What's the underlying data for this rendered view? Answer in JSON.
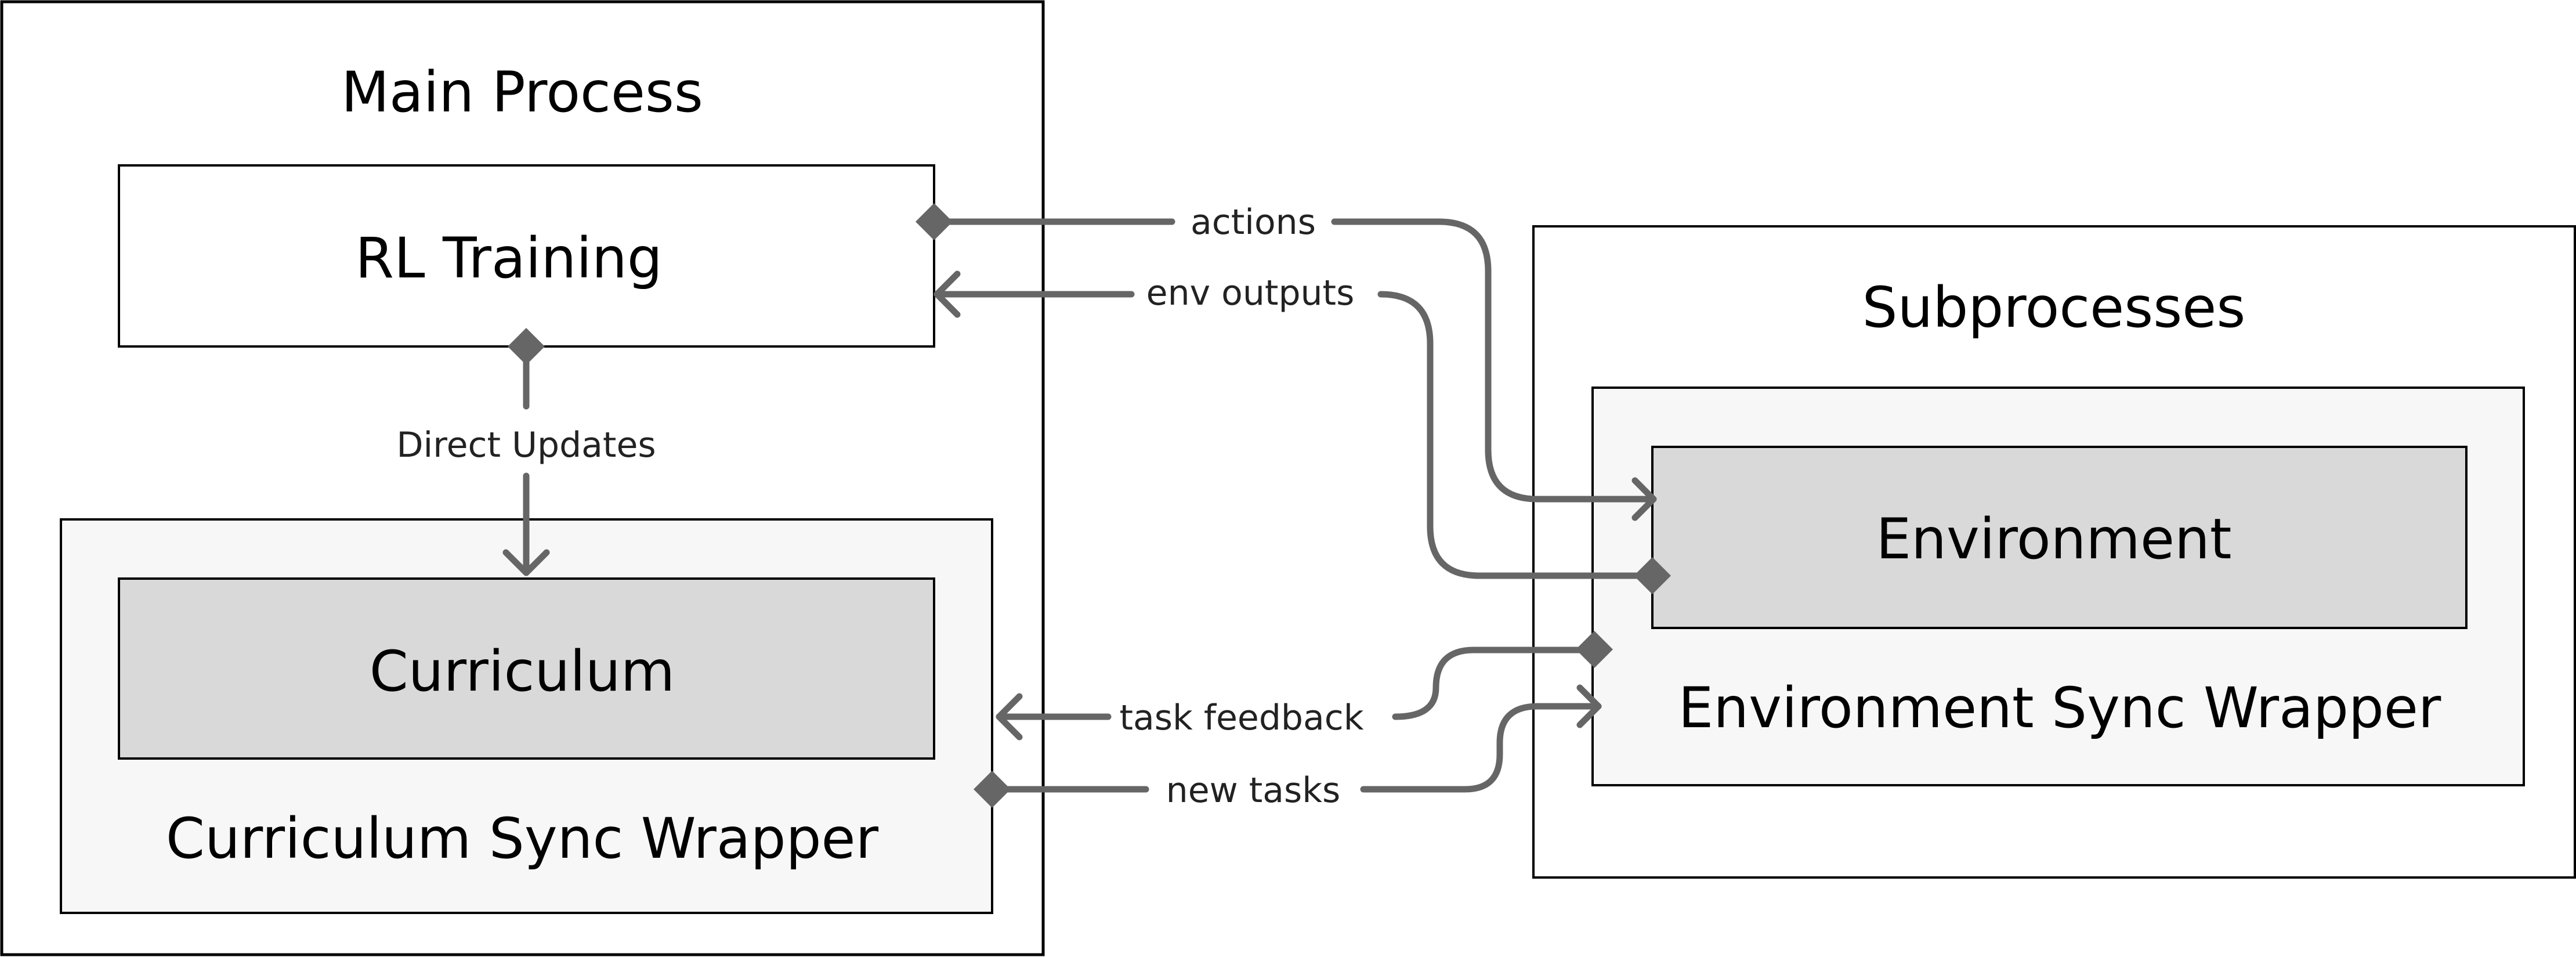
{
  "colors": {
    "outline": "#000000",
    "connector": "#666666",
    "wrapper_fill": "#f7f7f7",
    "inner_fill": "#d9d9d9",
    "background": "#ffffff"
  },
  "main_process": {
    "title": "Main Process",
    "rl_training": "RL Training",
    "curriculum": "Curriculum",
    "curriculum_wrapper": "Curriculum Sync Wrapper"
  },
  "subprocesses": {
    "title": "Subprocesses",
    "environment": "Environment",
    "environment_wrapper": "Environment Sync Wrapper"
  },
  "connections": {
    "actions": "actions",
    "env_outputs": "env outputs",
    "direct_updates": "Direct Updates",
    "task_feedback": "task feedback",
    "new_tasks": "new tasks"
  }
}
